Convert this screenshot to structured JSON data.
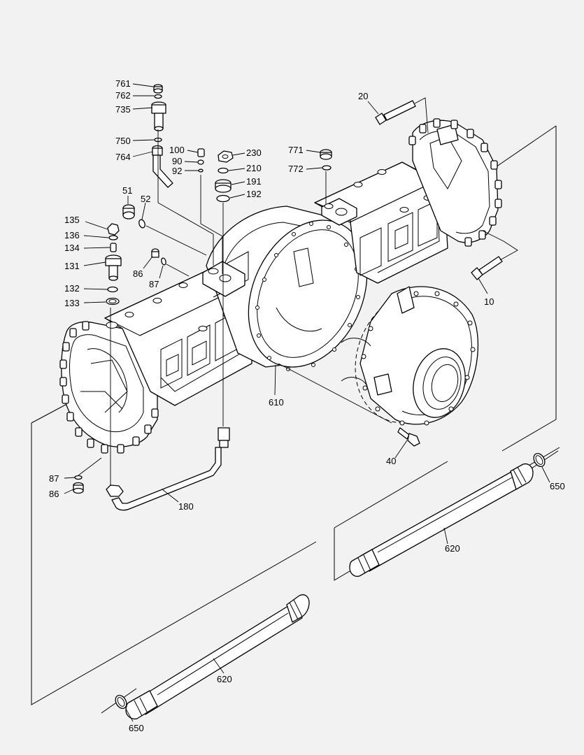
{
  "labels": {
    "p761": "761",
    "p762": "762",
    "p735": "735",
    "p750": "750",
    "p764": "764",
    "p100": "100",
    "p90": "90",
    "p92": "92",
    "p230": "230",
    "p210": "210",
    "p191": "191",
    "p192": "192",
    "p771": "771",
    "p772": "772",
    "p20": "20",
    "p51": "51",
    "p52": "52",
    "p135": "135",
    "p136": "136",
    "p134": "134",
    "p131": "131",
    "p86a": "86",
    "p87a": "87",
    "p132": "132",
    "p133": "133",
    "p10": "10",
    "p610": "610",
    "p40": "40",
    "p87b": "87",
    "p86b": "86",
    "p180": "180",
    "p650a": "650",
    "p620a": "620",
    "p620b": "620",
    "p650b": "650"
  },
  "colors": {
    "background": "#f2f2f2",
    "line": "#000000",
    "fill": "#ffffff"
  }
}
